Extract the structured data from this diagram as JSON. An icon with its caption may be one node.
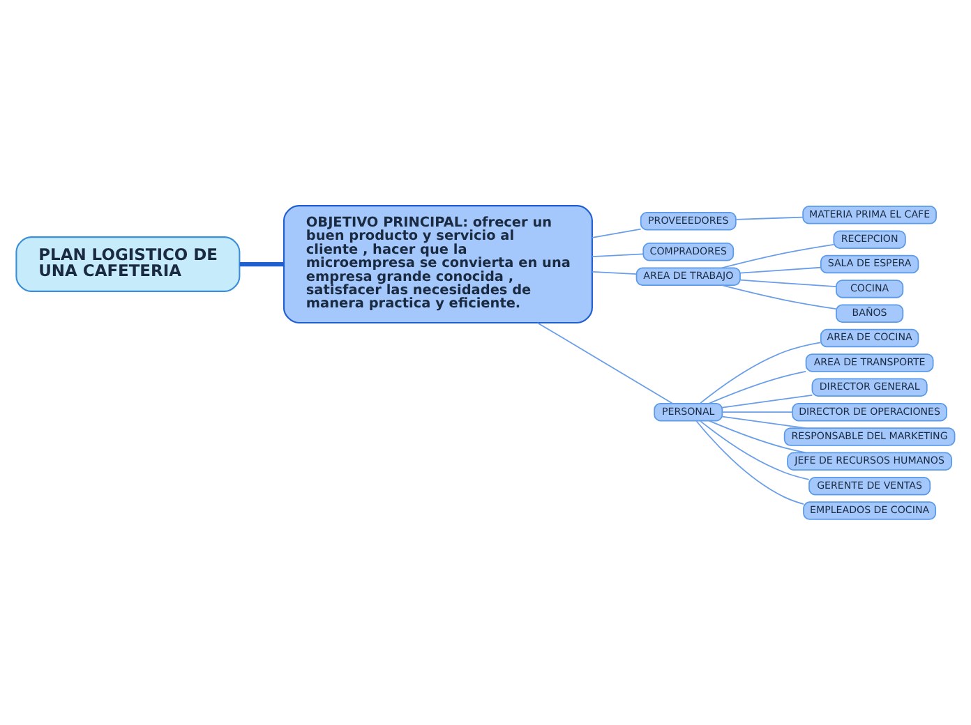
{
  "diagram": {
    "nodes": [
      {
        "text": [
          "PLAN LOGISTICO DE UNA CAFETERIA"
        ]
      },
      {
        "text": [
          "OBJETIVO PRINCIPAL: ofrecer un buen producto y servicio al cliente , hacer que la microempresa se convierta en una empresa grande conocida , satisfacer las necesidades de manera practica y eficiente."
        ]
      },
      {
        "text": [
          "PROVEEEDORES"
        ]
      },
      {
        "text": [
          "MATERIA PRIMA EL CAFE"
        ]
      },
      {
        "text": [
          "COMPRADORES"
        ]
      },
      {
        "text": [
          "AREA DE TRABAJO"
        ]
      },
      {
        "text": [
          "RECEPCION"
        ]
      },
      {
        "text": [
          "SALA DE ESPERA"
        ]
      },
      {
        "text": [
          "COCINA"
        ]
      },
      {
        "text": [
          "BAÑOS"
        ]
      },
      {
        "text": [
          "PERSONAL"
        ]
      },
      {
        "text": [
          "AREA DE COCINA"
        ]
      },
      {
        "text": [
          "AREA DE TRANSPORTE"
        ]
      },
      {
        "text": [
          "DIRECTOR GENERAL"
        ]
      },
      {
        "text": [
          "DIRECTOR DE OPERACIONES"
        ]
      },
      {
        "text": [
          "RESPONSABLE DEL MARKETING"
        ]
      },
      {
        "text": [
          "JEFE DE RECURSOS HUMANOS"
        ]
      },
      {
        "text": [
          "GERENTE DE VENTAS"
        ]
      },
      {
        "text": [
          "EMPLEADOS DE COCINA"
        ]
      }
    ],
    "edges": [
      {
        "from": 0,
        "to": 1,
        "arrow": "none",
        "style": "thick",
        "color": "#1f5fd0"
      },
      {
        "from": 1,
        "to": 2,
        "arrow": "none"
      },
      {
        "from": 2,
        "to": 3,
        "arrow": "none"
      },
      {
        "from": 1,
        "to": 4,
        "arrow": "none"
      },
      {
        "from": 1,
        "to": 5,
        "arrow": "none"
      },
      {
        "from": 5,
        "to": 6,
        "arrow": "none"
      },
      {
        "from": 5,
        "to": 7,
        "arrow": "none"
      },
      {
        "from": 5,
        "to": 8,
        "arrow": "none"
      },
      {
        "from": 5,
        "to": 9,
        "arrow": "none"
      },
      {
        "from": 1,
        "to": 10,
        "arrow": "none"
      },
      {
        "from": 10,
        "to": 11,
        "arrow": "none"
      },
      {
        "from": 10,
        "to": 12,
        "arrow": "none"
      },
      {
        "from": 10,
        "to": 13,
        "arrow": "none"
      },
      {
        "from": 10,
        "to": 14,
        "arrow": "none"
      },
      {
        "from": 10,
        "to": 15,
        "arrow": "none"
      },
      {
        "from": 10,
        "to": 16,
        "arrow": "none"
      },
      {
        "from": 10,
        "to": 17,
        "arrow": "none"
      },
      {
        "from": 10,
        "to": 18,
        "arrow": "none"
      }
    ]
  }
}
